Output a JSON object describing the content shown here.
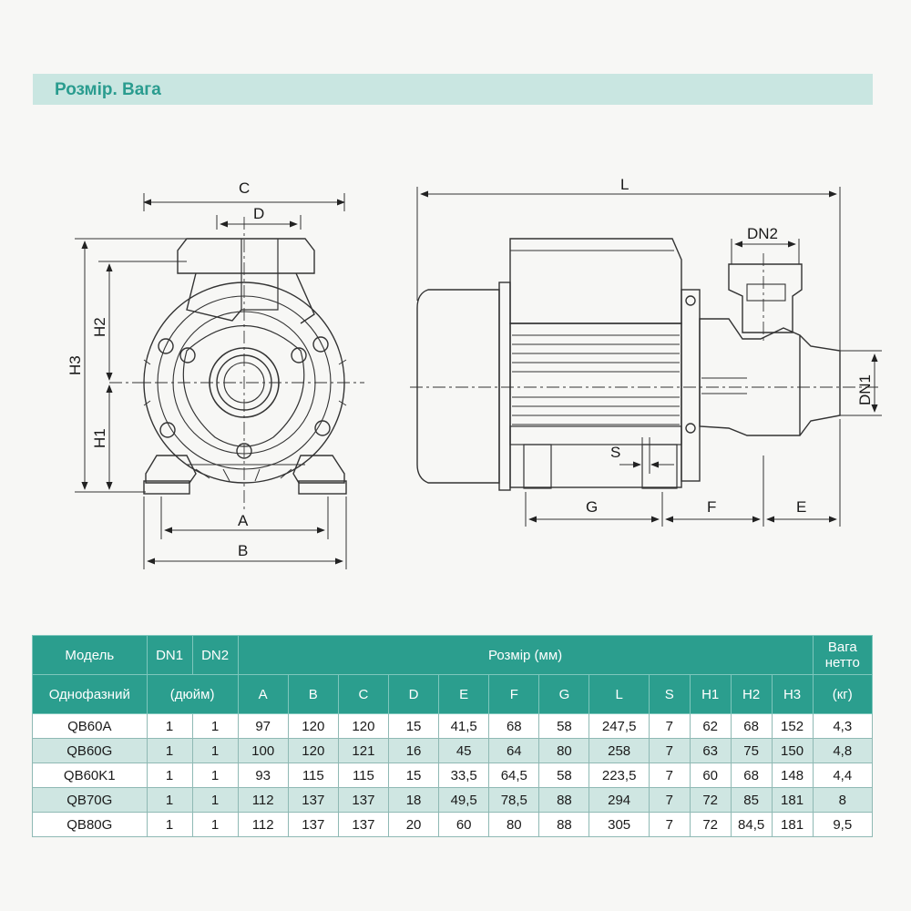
{
  "header": {
    "title": "Розмір. Вага"
  },
  "drawing": {
    "front_labels": {
      "c": "C",
      "d": "D",
      "h3": "H3",
      "h2": "H2",
      "h1": "H1",
      "a": "A",
      "b": "B"
    },
    "side_labels": {
      "l": "L",
      "dn2": "DN2",
      "dn1": "DN1",
      "s": "S",
      "g": "G",
      "f": "F",
      "e": "E"
    }
  },
  "table": {
    "header_row1": {
      "model": "Модель",
      "dn1": "DN1",
      "dn2": "DN2",
      "size": "Розмір (мм)",
      "weight": "Вага нетто"
    },
    "header_row2": {
      "phase": "Однофазний",
      "inch": "(дюйм)",
      "cols": [
        "A",
        "B",
        "C",
        "D",
        "E",
        "F",
        "G",
        "L",
        "S",
        "H1",
        "H2",
        "H3"
      ],
      "kg": "(кг)"
    },
    "rows": [
      {
        "model": "QB60A",
        "dn1": "1",
        "dn2": "1",
        "a": "97",
        "b": "120",
        "c": "120",
        "d": "15",
        "e": "41,5",
        "f": "68",
        "g": "58",
        "l": "247,5",
        "s": "7",
        "h1": "62",
        "h2": "68",
        "h3": "152",
        "w": "4,3"
      },
      {
        "model": "QB60G",
        "dn1": "1",
        "dn2": "1",
        "a": "100",
        "b": "120",
        "c": "121",
        "d": "16",
        "e": "45",
        "f": "64",
        "g": "80",
        "l": "258",
        "s": "7",
        "h1": "63",
        "h2": "75",
        "h3": "150",
        "w": "4,8"
      },
      {
        "model": "QB60K1",
        "dn1": "1",
        "dn2": "1",
        "a": "93",
        "b": "115",
        "c": "115",
        "d": "15",
        "e": "33,5",
        "f": "64,5",
        "g": "58",
        "l": "223,5",
        "s": "7",
        "h1": "60",
        "h2": "68",
        "h3": "148",
        "w": "4,4"
      },
      {
        "model": "QB70G",
        "dn1": "1",
        "dn2": "1",
        "a": "112",
        "b": "137",
        "c": "137",
        "d": "18",
        "e": "49,5",
        "f": "78,5",
        "g": "88",
        "l": "294",
        "s": "7",
        "h1": "72",
        "h2": "85",
        "h3": "181",
        "w": "8"
      },
      {
        "model": "QB80G",
        "dn1": "1",
        "dn2": "1",
        "a": "112",
        "b": "137",
        "c": "137",
        "d": "20",
        "e": "60",
        "f": "80",
        "g": "88",
        "l": "305",
        "s": "7",
        "h1": "72",
        "h2": "84,5",
        "h3": "181",
        "w": "9,5"
      }
    ]
  }
}
